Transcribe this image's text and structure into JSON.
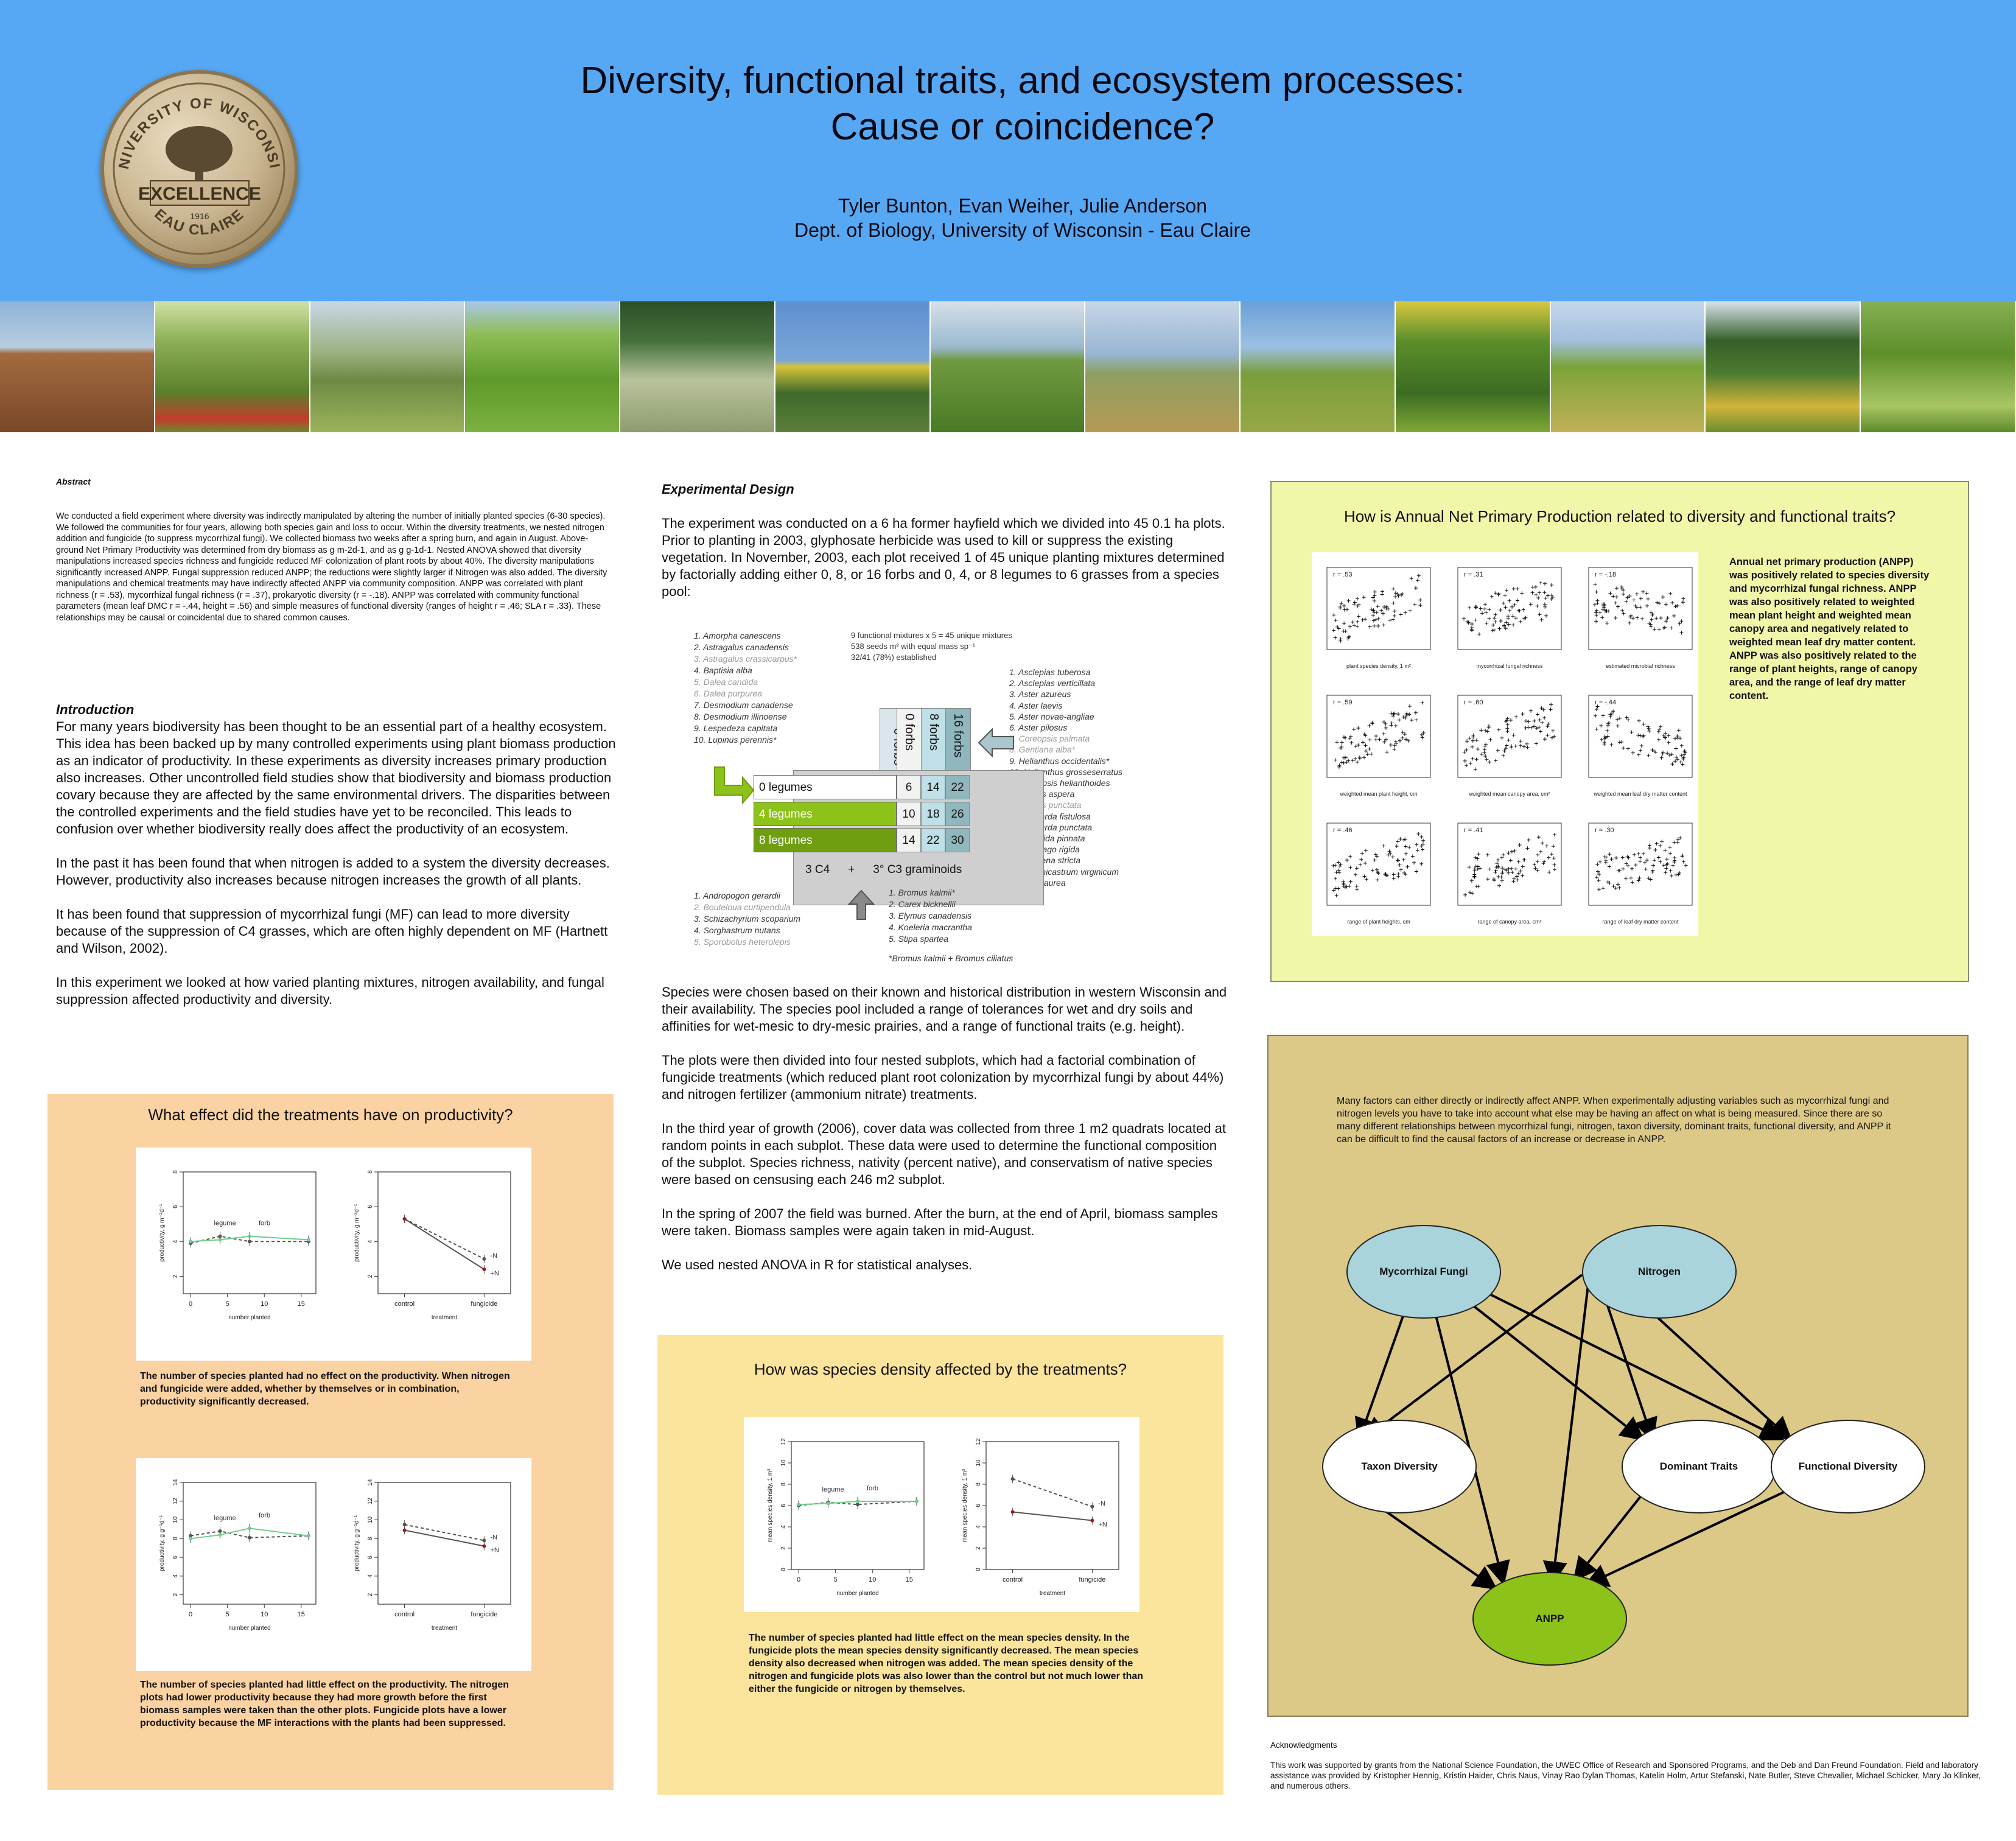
{
  "header": {
    "title_line1": "Diversity, functional traits, and ecosystem processes:",
    "title_line2": "Cause or coincidence?",
    "authors": "Tyler Bunton, Evan Weiher, Julie Anderson",
    "affiliation": "Dept. of Biology, University of Wisconsin - Eau Claire",
    "seal_text_top": "UNIVERSITY OF WISCONSIN",
    "seal_text_mid": "EXCELLENCE",
    "seal_text_year": "1916",
    "seal_text_bottom": "EAU CLAIRE"
  },
  "abstract": {
    "heading": "Abstract",
    "body": "We conducted a field experiment where diversity was indirectly manipulated by altering the number of initially planted species (6-30 species). We followed the communities for four years, allowing both species gain and loss to occur. Within the diversity treatments, we nested nitrogen addition and fungicide (to suppress mycorrhizal fungi). We collected biomass two weeks after a spring burn, and again in August. Above-ground Net Primary Productivity was determined from dry biomass as g m-2d-1, and as g g-1d-1. Nested ANOVA showed that diversity manipulations increased species richness and fungicide reduced MF colonization of plant roots by about 40%. The diversity manipulations significantly increased ANPP. Fungal suppression reduced ANPP; the reductions were slightly larger if Nitrogen was also added. The diversity manipulations and chemical treatments may have indirectly affected ANPP via community composition. ANPP was correlated with plant richness (r = .53), mycorrhizal fungal richness (r = .37), prokaryotic diversity (r = -.18). ANPP was correlated with community functional parameters (mean leaf DMC r = -.44, height = .56) and simple measures of functional diversity (ranges of height r = .46; SLA r = .33). These relationships may be causal or coincidental due to shared common causes."
  },
  "introduction": {
    "heading": "Introduction",
    "p1": "For many years biodiversity has been thought to be an essential part of a healthy ecosystem. This idea has been backed up by many controlled experiments using plant biomass production as an indicator of productivity. In these experiments as diversity increases primary production also increases. Other uncontrolled field studies show that biodiversity and biomass production covary because they are affected by the same environmental drivers. The disparities between the controlled experiments and the field studies have yet to be reconciled. This leads to confusion over whether biodiversity really does affect the productivity of an ecosystem.",
    "p2": "In the past it has been found that when nitrogen is added to a system the diversity decreases. However, productivity also increases because nitrogen increases the growth of all plants.",
    "p3": "It has been found that suppression of mycorrhizal fungi (MF) can lead to more diversity because of the suppression of C4 grasses, which are often highly dependent on MF (Hartnett and Wilson, 2002).",
    "p4": "In this experiment we looked at how varied planting mixtures, nitrogen availability, and fungal suppression affected productivity and diversity."
  },
  "design": {
    "heading": "Experimental Design",
    "p1": "The experiment was conducted on a 6 ha former hayfield which we divided into 45 0.1 ha plots. Prior to planting in 2003, glyphosate herbicide was used to kill or suppress the existing vegetation. In November, 2003, each plot received 1 of 45 unique planting mixtures determined by factorially adding either 0, 8, or 16 forbs and 0, 4, or 8 legumes to 6 grasses from a species pool:",
    "p2": "Species were chosen based on their known and historical distribution in western Wisconsin and their availability. The species pool included a range of tolerances for wet and dry soils and affinities for wet-mesic to dry-mesic prairies, and a range of functional traits (e.g. height).",
    "p3": "The plots were then divided into four nested subplots, which had a factorial combination of fungicide treatments (which reduced plant root colonization by mycorrhizal fungi by about 44%) and nitrogen fertilizer (ammonium nitrate) treatments.",
    "p4": "In the third year of growth (2006), cover data was collected from three 1 m2 quadrats located at random points in each subplot. These data were used to determine the functional composition of the subplot. Species richness, nativity (percent native), and conservatism of native species were based on censusing each 246 m2 subplot.",
    "p5": "In the spring of 2007 the field was burned. After the burn, at the end of April, biomass samples were taken. Biomass samples were again taken in mid-August.",
    "p6": "We used nested ANOVA in R for statistical analyses.",
    "legumes": [
      "1. Amorpha canescens",
      "2. Astragalus canadensis",
      "3. Astragalus crassicarpus*",
      "4. Baptisia alba",
      "5. Dalea candida",
      "6. Dalea purpurea",
      "7. Desmodium canadense",
      "8. Desmodium illinoense",
      "9. Lespedeza capitata",
      "10. Lupinus perennis*"
    ],
    "mix_note1": "9 functional mixtures x 5 = 45 unique mixtures",
    "mix_note2": "538 seeds m² with equal mass sp⁻¹",
    "mix_note3": "32/41 (78%) established",
    "forbs": [
      "1. Asclepias tuberosa",
      "2. Asclepias verticillata",
      "3. Aster azureus",
      "4. Aster laevis",
      "5. Aster novae-angliae",
      "6. Aster pilosus",
      "7. Coreopsis palmata",
      "8. Gentiana alba*",
      "9. Helianthus occidentalis*",
      "10. Helianthus grosseserratus",
      "11. Heliopsis helianthoides",
      "12. Liatris aspera",
      "13. Liatris punctata",
      "14. Monarda fistulosa",
      "15. Monarda punctata",
      "16. Ratibida pinnata",
      "17. Solidago rigida",
      "18. Verbena stricta",
      "19. Veronicastrum virginicum",
      "20. Zizia aurea"
    ],
    "c4_grasses": [
      "1. Andropogon gerardii",
      "2. Bouteloua curtipendula",
      "3. Schizachyrium scoparium",
      "4. Sorghastrum nutans",
      "5. Sporobolus heterolepis"
    ],
    "c3_grasses": [
      "1. Bromus kalmii*",
      "2. Carex bicknellii",
      "3. Elymus canadensis",
      "4. Koeleria macrantha",
      "5. Stipa spartea"
    ],
    "bromus_note": "*Bromus kalmii + Bromus ciliatus",
    "col_headers": [
      "0 forbs",
      "8 forbs",
      "16 forbs"
    ],
    "row_headers": [
      "0 legumes",
      "4 legumes",
      "8 legumes"
    ],
    "grid": [
      [
        "6",
        "14",
        "22"
      ],
      [
        "10",
        "18",
        "26"
      ],
      [
        "14",
        "22",
        "30"
      ]
    ],
    "grass_label_c4": "3 C4",
    "grass_label_plus": "+",
    "grass_label_c3": "3° C3 graminoids"
  },
  "productivity_panel": {
    "title": "What effect did the treatments have on productivity?",
    "caption1": "The number of species planted had no effect on the productivity. When nitrogen and fungicide were added, whether by themselves or in combination, productivity significantly decreased.",
    "caption2": "The number of species planted had little effect on the productivity. The nitrogen plots had lower productivity because they had more growth before the first biomass samples were taken than the other plots. Fungicide plots have a lower productivity because the MF interactions with the plants had been suppressed."
  },
  "density_panel": {
    "title": "How was species density affected by the treatments?",
    "caption": "The number of species planted had little effect on the mean species density. In the fungicide plots the mean species density significantly decreased. The mean species density also decreased when nitrogen was added. The mean species density of the nitrogen and fungicide plots was also lower than the control but not much lower than either the fungicide or nitrogen by themselves."
  },
  "anpp_panel": {
    "title": "How is Annual Net Primary Production related to diversity and functional traits?",
    "text": "Annual net primary production (ANPP) was positively related to species diversity and mycorrhizal fungal richness. ANPP was also positively related to weighted mean plant height and weighted mean canopy area and negatively related to weighted mean leaf dry matter content. ANPP was also positively related to the range of plant heights, range of canopy area, and the range of leaf dry matter content.",
    "scatter_labels": [
      {
        "r": "r = .53",
        "x": "plant species density, 1 m²"
      },
      {
        "r": "r = .31",
        "x": "mycorrhizal fungal richness"
      },
      {
        "r": "r = -.18",
        "x": "estimated microbial richness"
      },
      {
        "r": "r = .59",
        "x": "weighted mean plant height, cm"
      },
      {
        "r": "r = .60",
        "x": "weighted mean canopy area, cm²"
      },
      {
        "r": "r = -.44",
        "x": "weighted mean leaf dry matter content"
      },
      {
        "r": "r = .46",
        "x": "range of plant heights, cm"
      },
      {
        "r": "r = .41",
        "x": "range of canopy area, cm²"
      },
      {
        "r": "r = .30",
        "x": "range of leaf dry matter content"
      }
    ]
  },
  "path_panel": {
    "text": "Many factors can either directly or indirectly affect ANPP. When experimentally adjusting variables such as mycorrhizal fungi and nitrogen levels you have to take into account what else may be having an affect on what is being measured. Since there are so many different relationships between mycorrhizal fungi, nitrogen, taxon diversity, dominant traits, functional diversity, and ANPP it can be difficult to find the causal factors of an increase or decrease in ANPP.",
    "nodes": {
      "myco": "Mycorrhizal Fungi",
      "nitrogen": "Nitrogen",
      "taxon": "Taxon Diversity",
      "dominant": "Dominant Traits",
      "functional": "Functional Diversity",
      "anpp": "ANPP"
    },
    "colors": {
      "top_nodes": "#a9d4dc",
      "anpp_node": "#8dc21a",
      "white_nodes": "#ffffff"
    }
  },
  "acknowledgments": {
    "heading": "Acknowledgments",
    "body": "This work was supported by grants from the National Science Foundation, the UWEC Office of Research and Sponsored Programs, and the Deb and Dan Freund Foundation. Field and laboratory assistance was provided by Kristopher Hennig, Kristin Haider, Chris Naus, Vinay Rao Dylan Thomas, Katelin Holm, Artur Stefanski, Nate Butler, Steve Chevalier, Michael Schicker, Mary Jo Klinker, and numerous others."
  },
  "chart_data": [
    {
      "type": "line",
      "ylabel": "productivity, g m⁻²d⁻¹",
      "xlabel": "number planted",
      "x": [
        0,
        4,
        8,
        16
      ],
      "ylim": [
        1,
        8
      ],
      "yticks": [
        2,
        4,
        6,
        8
      ],
      "xticks": [
        0,
        5,
        10,
        15
      ],
      "series": [
        {
          "name": "legume",
          "values": [
            3.9,
            4.3,
            4.0,
            4.0
          ],
          "style": "dashed",
          "color": "#555555"
        },
        {
          "name": "forb",
          "values": [
            4.0,
            4.1,
            4.3,
            4.1
          ],
          "style": "solid",
          "color": "#6fcf88"
        }
      ]
    },
    {
      "type": "line",
      "ylabel": "productivity, g m⁻²d⁻¹",
      "xlabel": "treatment",
      "categories": [
        "control",
        "fungicide"
      ],
      "ylim": [
        1,
        8
      ],
      "yticks": [
        2,
        4,
        6,
        8
      ],
      "series": [
        {
          "name": "-N",
          "values": [
            5.3,
            3.0
          ],
          "style": "dashed",
          "color": "#555555"
        },
        {
          "name": "+N",
          "values": [
            5.3,
            2.4
          ],
          "style": "solid",
          "color": "#555555"
        }
      ]
    },
    {
      "type": "line",
      "ylabel": "productivity, g g⁻¹d⁻¹",
      "xlabel": "number planted",
      "x": [
        0,
        4,
        8,
        16
      ],
      "ylim": [
        1,
        14
      ],
      "yticks": [
        2,
        4,
        6,
        8,
        10,
        12,
        14
      ],
      "xticks": [
        0,
        5,
        10,
        15
      ],
      "series": [
        {
          "name": "legume",
          "values": [
            8.3,
            8.8,
            8.1,
            8.3
          ],
          "style": "dashed",
          "color": "#555555"
        },
        {
          "name": "forb",
          "values": [
            8.0,
            8.4,
            9.1,
            8.3
          ],
          "style": "solid",
          "color": "#6fcf88"
        }
      ]
    },
    {
      "type": "line",
      "ylabel": "productivity, g g⁻¹d⁻¹",
      "xlabel": "treatment",
      "categories": [
        "control",
        "fungicide"
      ],
      "ylim": [
        1,
        14
      ],
      "yticks": [
        2,
        4,
        6,
        8,
        10,
        12,
        14
      ],
      "series": [
        {
          "name": "-N",
          "values": [
            9.5,
            7.8
          ],
          "style": "dashed",
          "color": "#555555"
        },
        {
          "name": "+N",
          "values": [
            8.9,
            7.2
          ],
          "style": "solid",
          "color": "#555555"
        }
      ]
    },
    {
      "type": "line",
      "ylabel": "mean species density, 1 m²",
      "xlabel": "number planted",
      "x": [
        0,
        4,
        8,
        16
      ],
      "ylim": [
        0,
        12
      ],
      "yticks": [
        0,
        2,
        4,
        6,
        8,
        10,
        12
      ],
      "xticks": [
        0,
        5,
        10,
        15
      ],
      "series": [
        {
          "name": "legume",
          "values": [
            6.0,
            6.3,
            6.1,
            6.4
          ],
          "style": "dashed",
          "color": "#555555"
        },
        {
          "name": "forb",
          "values": [
            6.1,
            6.2,
            6.4,
            6.4
          ],
          "style": "solid",
          "color": "#6fcf88"
        }
      ]
    },
    {
      "type": "line",
      "ylabel": "mean species density, 1 m²",
      "xlabel": "treatment",
      "categories": [
        "control",
        "fungicide"
      ],
      "ylim": [
        0,
        12
      ],
      "yticks": [
        0,
        2,
        4,
        6,
        8,
        10,
        12
      ],
      "series": [
        {
          "name": "-N",
          "values": [
            8.5,
            5.9
          ],
          "style": "dashed",
          "color": "#555555"
        },
        {
          "name": "+N",
          "values": [
            5.4,
            4.6
          ],
          "style": "solid",
          "color": "#555555"
        }
      ]
    }
  ]
}
